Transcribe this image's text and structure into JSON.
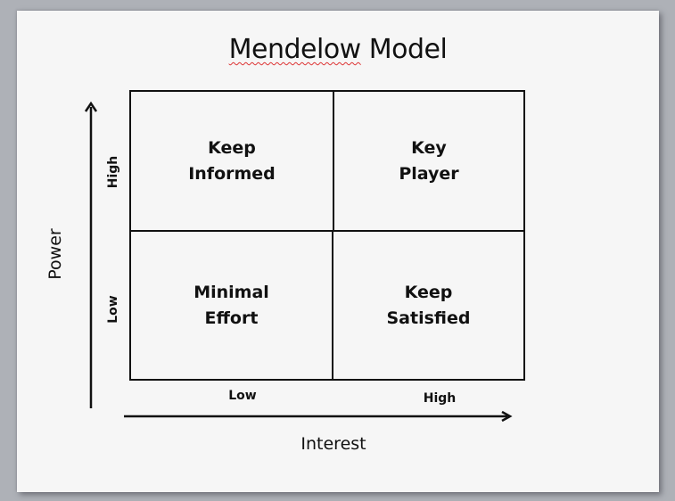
{
  "title": {
    "misspelled_word": "Mendelow",
    "rest": " Model"
  },
  "axes": {
    "y": {
      "label": "Power",
      "ticks": [
        "High",
        "Low"
      ]
    },
    "x": {
      "label": "Interest",
      "ticks": [
        "Low",
        "High"
      ]
    }
  },
  "quadrants": {
    "top_left": "Keep\nInformed",
    "top_right": "Key\nPlayer",
    "bottom_left": "Minimal\nEffort",
    "bottom_right": "Keep\nSatisfied"
  },
  "colors": {
    "background": "#aeb1b7",
    "slide": "#f6f6f6",
    "lines": "#111111",
    "spellcheck_underline": "#dd3333"
  }
}
